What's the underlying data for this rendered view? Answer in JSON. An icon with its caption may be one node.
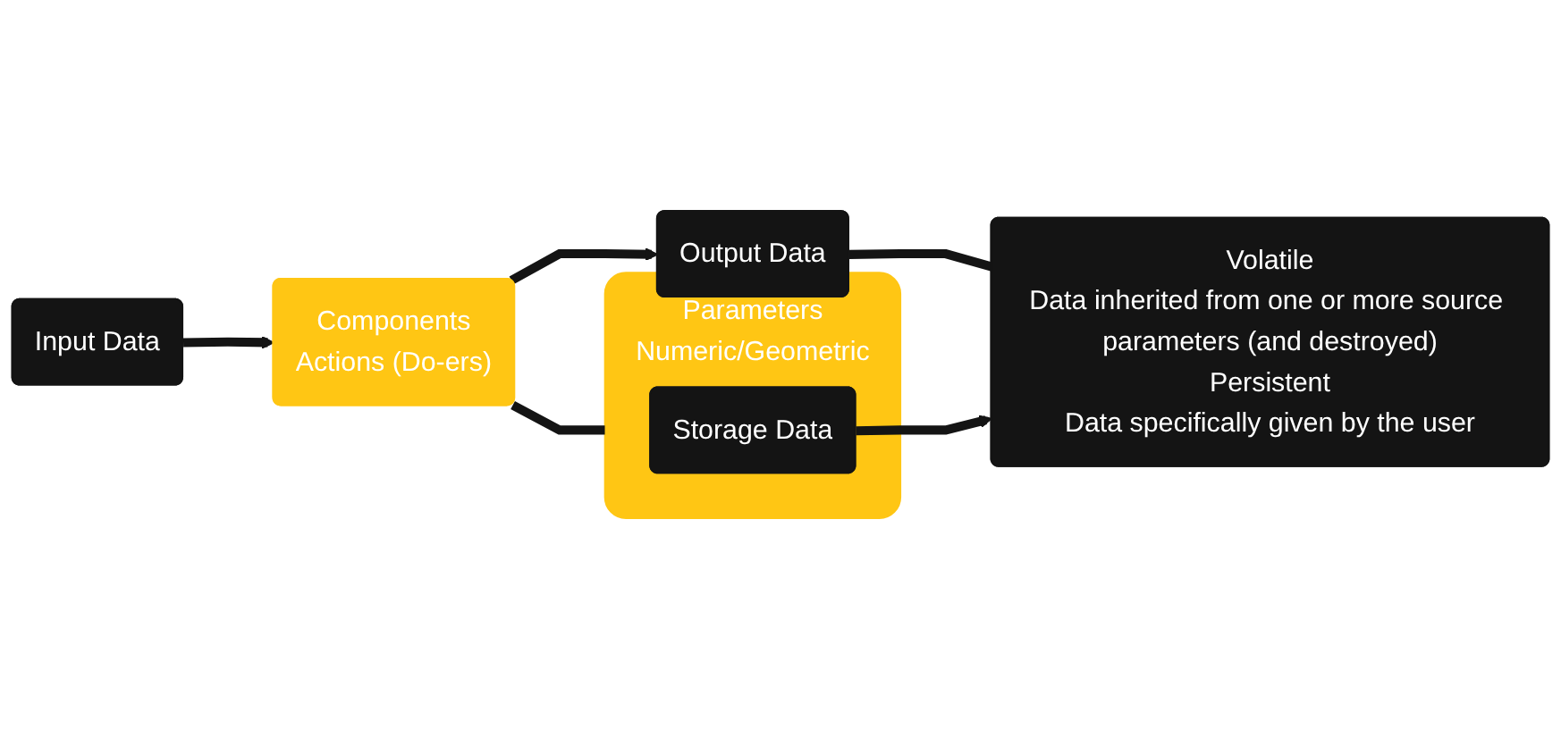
{
  "diagram": {
    "nodes": [
      {
        "text": [
          "Input Data"
        ]
      },
      {
        "text": [
          "Components",
          "Actions (Do-ers)"
        ]
      },
      {
        "text": [
          "Output Data"
        ]
      },
      {
        "text": [
          "Parameters",
          "Numeric/Geometric"
        ]
      },
      {
        "text": [
          "Storage Data"
        ],
        "in": 3
      },
      {
        "text": [
          "Volatile",
          "Data inherited from one or more source parameters (and destroyed)",
          "Persistent",
          "Data specifically given by the user"
        ]
      }
    ],
    "edges": [
      {
        "from": 0,
        "to": 1,
        "arrow": "to"
      },
      {
        "from": 1,
        "to": 2,
        "arrow": "to"
      },
      {
        "from": 1,
        "to": 3,
        "arrow": "none"
      },
      {
        "from": 2,
        "to": 5,
        "arrow": "none"
      },
      {
        "from": 4,
        "to": 5,
        "arrow": "to"
      }
    ]
  }
}
